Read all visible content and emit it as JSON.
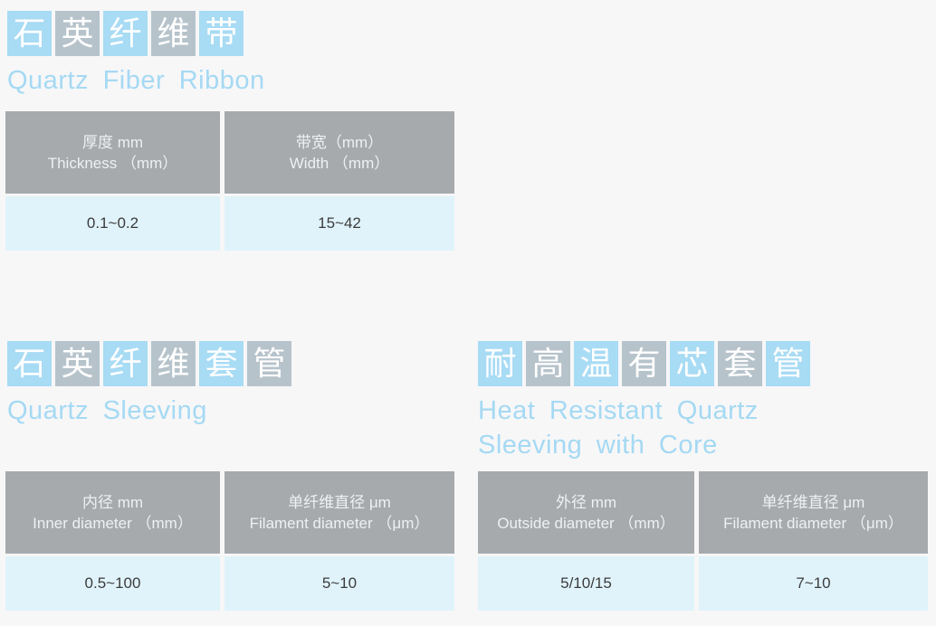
{
  "colors": {
    "page_bg": "#f7f7f8",
    "tile_blue": "#a8dbf4",
    "tile_gray": "#b7c3cb",
    "tile_text": "#ffffff",
    "subtitle_blue": "#a5d9f3",
    "table_header_bg": "#a7aaad",
    "table_header_text": "#eef0f1",
    "table_row_bg": "#e0f3fb",
    "table_row_text": "#3b3b3b"
  },
  "sections": [
    {
      "id": "quartz-fiber-ribbon",
      "tiles": [
        "石",
        "英",
        "纤",
        "维",
        "带"
      ],
      "subtitle_lines": [
        "Quartz Fiber Ribbon"
      ],
      "table": {
        "columns": [
          {
            "header_zh": "厚度 mm",
            "header_en": "Thickness （mm）",
            "value": "0.1~0.2"
          },
          {
            "header_zh": "带宽（mm）",
            "header_en": "Width （mm）",
            "value": "15~42"
          }
        ]
      }
    },
    {
      "id": "quartz-sleeving",
      "tiles": [
        "石",
        "英",
        "纤",
        "维",
        "套",
        "管"
      ],
      "subtitle_lines": [
        "Quartz Sleeving"
      ],
      "table": {
        "columns": [
          {
            "header_zh": "内径 mm",
            "header_en": "Inner diameter （mm）",
            "value": "0.5~100"
          },
          {
            "header_zh": "单纤维直径 μm",
            "header_en": "Filament diameter （μm）",
            "value": "5~10"
          }
        ]
      }
    },
    {
      "id": "heat-resistant-quartz-sleeving-with-core",
      "tiles": [
        "耐",
        "高",
        "温",
        "有",
        "芯",
        "套",
        "管"
      ],
      "subtitle_lines": [
        "Heat Resistant Quartz",
        "Sleeving with Core"
      ],
      "table": {
        "columns": [
          {
            "header_zh": "外径 mm",
            "header_en": "Outside diameter （mm）",
            "value": "5/10/15"
          },
          {
            "header_zh": "单纤维直径 μm",
            "header_en": "Filament diameter （μm）",
            "value": "7~10"
          }
        ]
      }
    }
  ]
}
